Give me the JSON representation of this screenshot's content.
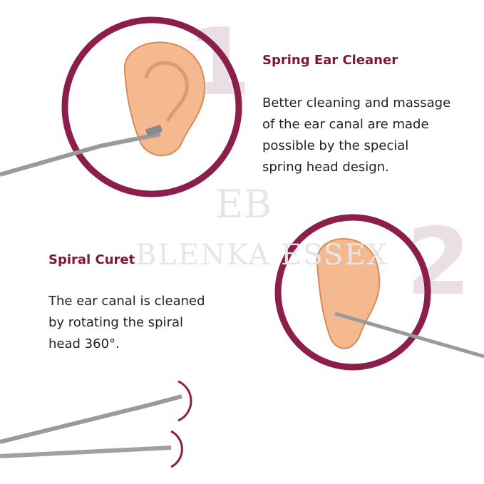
{
  "feature1": {
    "number": "1",
    "title": "Spring Ear Cleaner",
    "lines": [
      "Better cleaning and massage",
      "of the ear canal are made",
      "possible by the special",
      "spring head design."
    ]
  },
  "feature2": {
    "number": "2",
    "title": "Spiral Curet",
    "lines": [
      "The ear canal is cleaned",
      "by rotating the spiral",
      "head 360°."
    ]
  },
  "watermark": {
    "monogram": "EB",
    "brand": "BLENKA ESSEX"
  },
  "colors": {
    "accent": "#8b1e4a",
    "title": "#7d1733",
    "skin": "#f4b98f",
    "number": "#e9dfe4"
  }
}
